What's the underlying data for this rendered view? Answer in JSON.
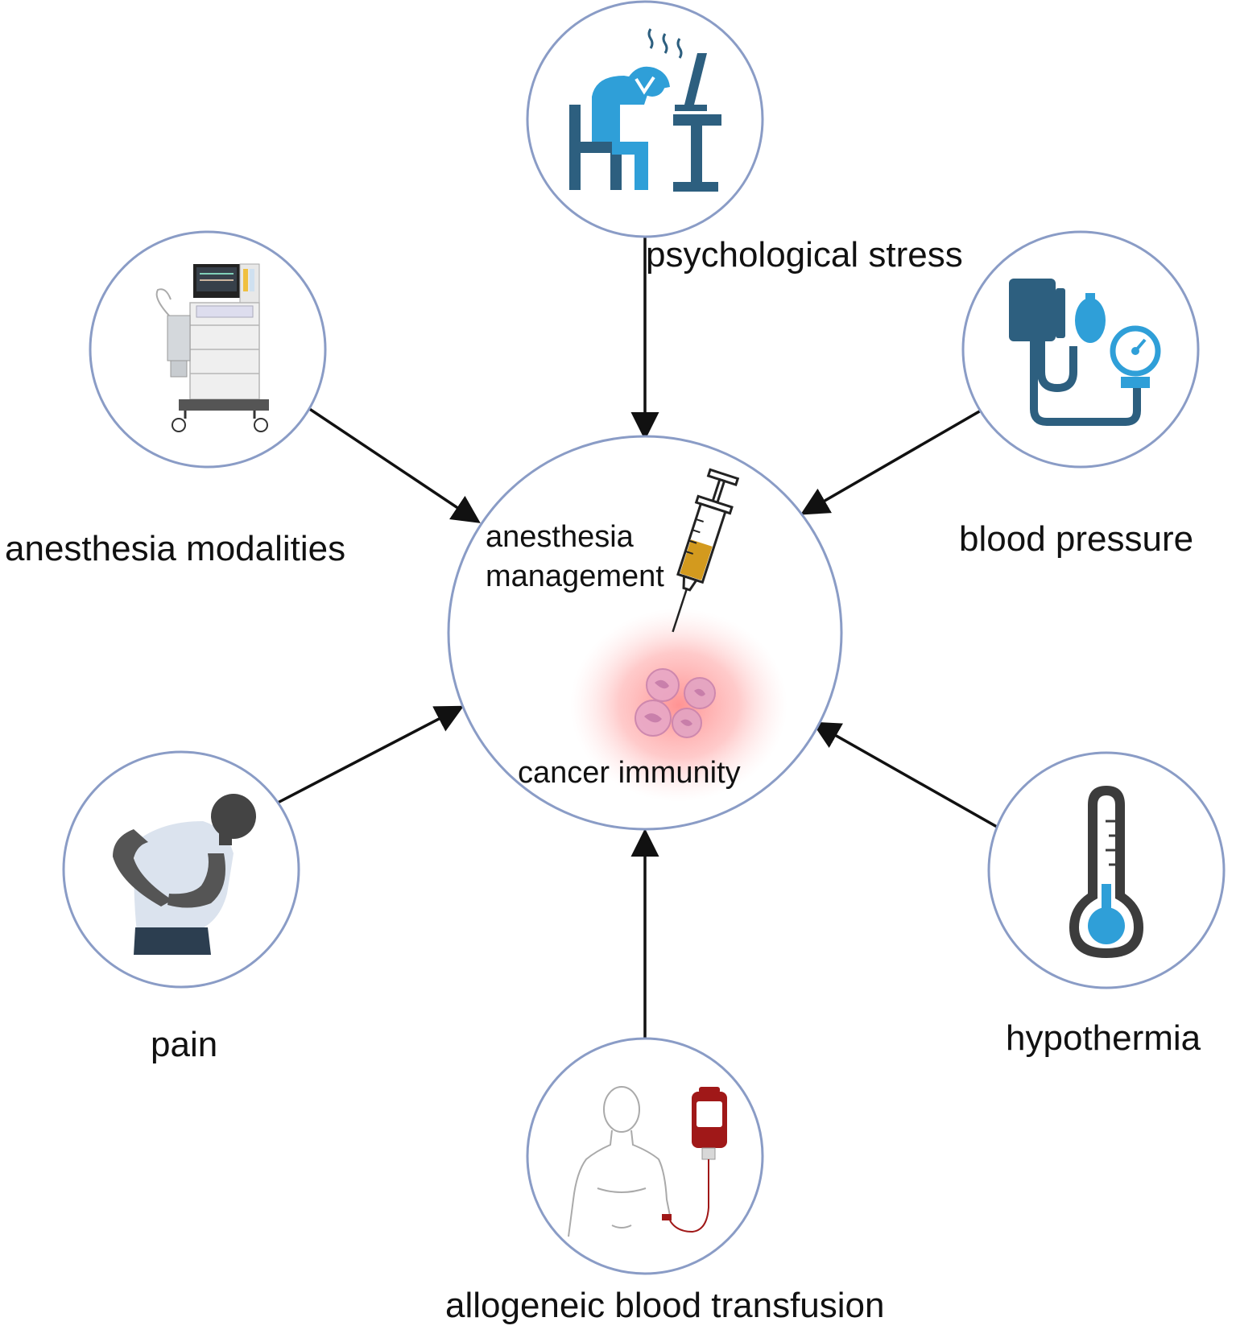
{
  "center": {
    "title_line1": "anesthesia",
    "title_line2": "management",
    "subtitle": "cancer immunity"
  },
  "factors": {
    "psychological_stress": "psychological stress",
    "blood_pressure": "blood pressure",
    "hypothermia": "hypothermia",
    "allogeneic_blood_transfusion": "allogeneic blood transfusion",
    "pain": "pain",
    "anesthesia_modalities": "anesthesia modalities"
  },
  "colors": {
    "circle_stroke": "#8a9cc6",
    "arrow": "#111111",
    "icon_blue": "#2f9fd8",
    "icon_dark_blue": "#2d5f7f",
    "thermometer_dark": "#3c3c3c",
    "syringe_fill": "#d39a1e",
    "blood_red": "#a01818",
    "immunity_glow": "#ff6f6f"
  },
  "icons": {
    "psychological_stress": "stressed-person-at-desk-icon",
    "blood_pressure": "sphygmomanometer-icon",
    "hypothermia": "thermometer-icon",
    "allogeneic_blood_transfusion": "blood-transfusion-icon",
    "pain": "person-in-pain-icon",
    "anesthesia_modalities": "anesthesia-machine-icon",
    "center": "syringe-icon"
  }
}
